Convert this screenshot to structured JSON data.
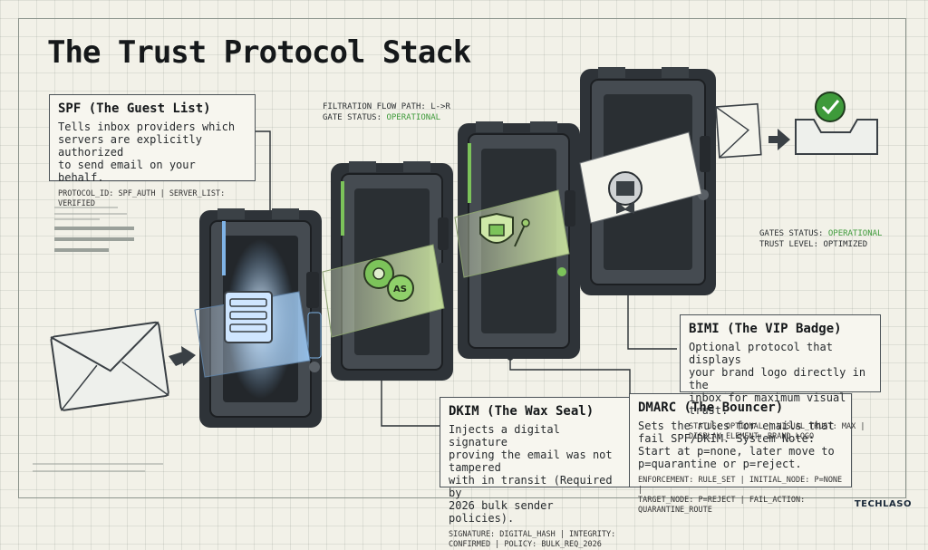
{
  "title": "The Trust Protocol Stack",
  "flow_status": {
    "path_label": "FILTRATION FLOW PATH: L->R",
    "gate_prefix": "GATE STATUS: ",
    "gate_value": "OPERATIONAL"
  },
  "gates_status": {
    "status_prefix": "GATES STATUS: ",
    "status_value": "OPERATIONAL",
    "trust_level": "TRUST LEVEL: OPTIMIZED"
  },
  "cards": {
    "spf": {
      "title": "SPF (The Guest List)",
      "body": "Tells inbox providers which\nservers are explicitly authorized\nto send email on your behalf.",
      "meta": "PROTOCOL_ID: SPF_AUTH | SERVER_LIST: VERIFIED"
    },
    "dkim": {
      "title": "DKIM (The Wax Seal)",
      "body": "Injects a digital signature\nproving the email was not tampered\nwith in transit (Required by\n2026 bulk sender policies).",
      "meta": "SIGNATURE: DIGITAL_HASH | INTEGRITY:\nCONFIRMED | POLICY: BULK_REQ_2026"
    },
    "dmarc": {
      "title": "DMARC (The Bouncer)",
      "body": "Sets the rules for emails that\nfail SPF/DKIM. System Note:\nStart at p=none, later move to\np=quarantine or p=reject.",
      "meta": "ENFORCEMENT: RULE_SET | INITIAL_NODE: P=NONE |\nTARGET_NODE: P=REJECT | FAIL_ACTION: QUARANTINE_ROUTE"
    },
    "bimi": {
      "title": "BIMI (The VIP Badge)",
      "body": "Optional protocol that displays\nyour brand logo directly in the\ninbox for maximum visual trust.",
      "meta": "STATUS: OPTIONAL | VISUAL_TRUST: MAX |\nDISPLAY_ELEMENT: BRAND_LOGO"
    }
  },
  "seal_text": "AS",
  "brand": "TECHLASO",
  "colors": {
    "gate_body": "#454b51",
    "gate_dark": "#2e3338",
    "accent_blue": "#7fb3e6",
    "accent_green": "#7cc35a",
    "ok_green": "#3e9a3a"
  }
}
